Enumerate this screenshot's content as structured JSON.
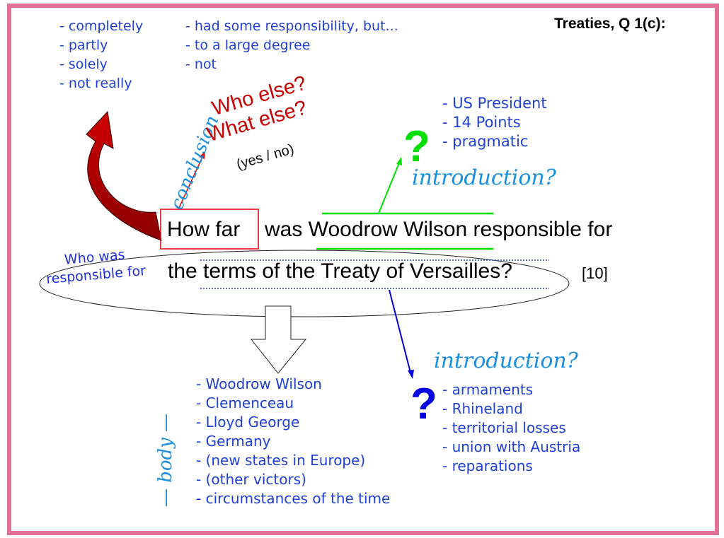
{
  "title": "Treaties, Q 1(c):",
  "answer_options_col1": [
    "- completely",
    "- partly",
    "- solely",
    "- not really"
  ],
  "answer_options_col2": [
    "- had some responsibility, but...",
    "- to a large degree",
    "- not"
  ],
  "conclusion": {
    "label": "conclusion",
    "who_else": "Who else?",
    "what_else": "What else?",
    "yes_no": "(yes / no)"
  },
  "question": {
    "how_far": "How far",
    "line1_rest": "was Woodrow Wilson responsible for",
    "line2": "the terms of the Treaty of Versailles?",
    "marks": "[10]",
    "rephrase": [
      "Who was",
      "responsible for"
    ]
  },
  "wilson_intro": {
    "question_mark": "?",
    "label": "introduction?",
    "points": [
      "- US President",
      "- 14 Points",
      "- pragmatic"
    ]
  },
  "terms_intro": {
    "question_mark": "?",
    "label": "introduction?",
    "points": [
      "- armaments",
      "- Rhineland",
      "- territorial losses",
      "- union with Austria",
      "- reparations"
    ]
  },
  "body": {
    "label": "— body —",
    "points": [
      "- Woodrow Wilson",
      "- Clemenceau",
      "- Lloyd George",
      "- Germany",
      "- (new states in Europe)",
      "- (other victors)",
      "- circumstances of the time"
    ]
  },
  "colors": {
    "border": "#e07096",
    "red": "#c80000",
    "green": "#00e000",
    "blue": "#1f3fd6",
    "cyan": "#1a8fe0"
  }
}
